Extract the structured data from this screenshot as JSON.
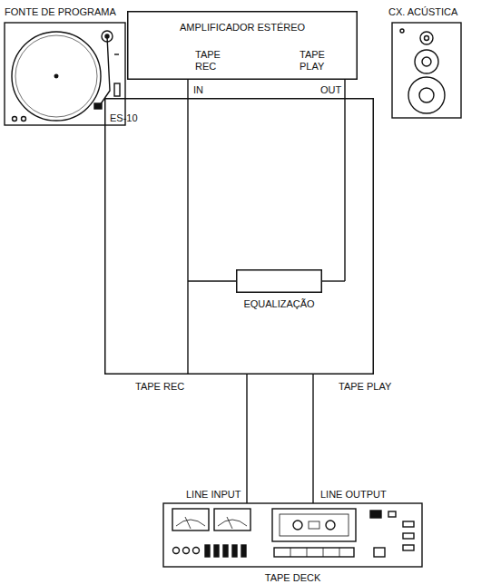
{
  "diagram": {
    "nodes": [
      {
        "text": [
          "FONTE DE PROGRAMA"
        ]
      },
      {
        "text": [
          "AMPLIFICADOR ESTÉREO",
          "TAPE REC",
          "TAPE PLAY"
        ]
      },
      {
        "text": [
          "CX. ACÚSTICA"
        ]
      },
      {
        "text": [
          "ES-10"
        ]
      },
      {
        "text": [
          "EQUALIZAÇÃO"
        ],
        "in": 3
      },
      {
        "text": [
          "TAPE DECK"
        ]
      }
    ],
    "edges": [
      {
        "from": 1,
        "to": 3,
        "arrow": "none"
      },
      {
        "from": 3,
        "to": 1,
        "arrow": "none"
      },
      {
        "from": 3,
        "to": 5,
        "arrow": "none"
      },
      {
        "from": 5,
        "to": 3,
        "arrow": "none"
      }
    ],
    "labels": [
      "IN",
      "OUT",
      "TAPE REC",
      "TAPE PLAY",
      "LINE INPUT",
      "LINE OUTPUT"
    ]
  }
}
